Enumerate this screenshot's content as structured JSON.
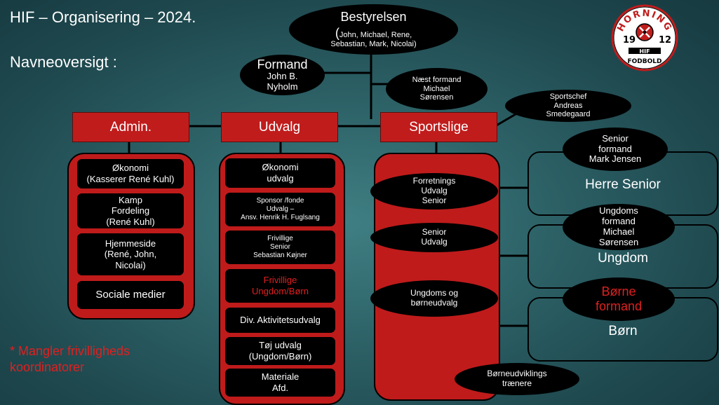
{
  "header": {
    "title": "HIF – Organisering – 2024.",
    "subtitle": "Navneoversigt :"
  },
  "board": {
    "title": "Bestyrelsen",
    "open_paren": "(",
    "members_line1": "John, Michael, Rene,",
    "members_line2": "Sebastian, Mark, Nicolai)"
  },
  "chair": {
    "role": "Formand",
    "name_line1": "John B.",
    "name_line2": "Nyholm"
  },
  "vice_chair": {
    "line1": "Næst formand",
    "line2": "Michael",
    "line3": "Sørensen"
  },
  "sports_chief": {
    "line1": "Sportschef",
    "line2": "Andreas",
    "line3": "Smedegaard"
  },
  "columns": {
    "admin": {
      "label": "Admin.",
      "items": [
        {
          "line1": "Økonomi",
          "line2": "(Kasserer René Kuhl)"
        },
        {
          "line1": "Kamp",
          "line2": "Fordeling",
          "line3": "(René Kuhl)"
        },
        {
          "line1": "Hjemmeside",
          "line2": "(René, John,",
          "line3": "Nicolai)"
        },
        {
          "line1": "Sociale medier"
        }
      ]
    },
    "udvalg": {
      "label": "Udvalg",
      "items": [
        {
          "line1": "Økonomi",
          "line2": "udvalg"
        },
        {
          "line1": "Sponsor /fonde",
          "line2": "Udvalg –",
          "line3": "Ansv. Henrik H. Fuglsang"
        },
        {
          "line1": "Frivillige",
          "line2": "Senior",
          "line3": "Sebastian Køjner"
        },
        {
          "line1": "Frivillige",
          "line2": "Ungdom/Børn"
        },
        {
          "line1": "Div. Aktivitetsudvalg"
        },
        {
          "line1": "Tøj udvalg",
          "line2": "(Ungdom/Børn)"
        },
        {
          "line1": "Materiale",
          "line2": "Afd."
        }
      ]
    },
    "sportslige": {
      "label": "Sportslige",
      "items": [
        {
          "line1": "Forretnings",
          "line2": "Udvalg",
          "line3": "Senior"
        },
        {
          "line1": "Senior",
          "line2": "Udvalg"
        },
        {
          "line1": "Ungdoms og",
          "line2": "børneudvalg"
        }
      ]
    }
  },
  "teams": {
    "senior": {
      "label": "Herre  Senior",
      "chair1": "Senior",
      "chair2": "formand",
      "chair3": "Mark Jensen"
    },
    "youth": {
      "label": "Ungdom",
      "chair1": "Ungdoms",
      "chair2": "formand",
      "chair3": "Michael",
      "chair4": "Sørensen"
    },
    "children": {
      "label": "Børn",
      "chair1": "Børne",
      "chair2": "formand"
    }
  },
  "coaches": {
    "line1": "Børneudviklings",
    "line2": "trænere"
  },
  "note": {
    "line1": "* Mangler frivilligheds",
    "line2": "koordinatorer"
  },
  "logo": {
    "top_text": "HORNING",
    "year_left": "19",
    "year_right": "12",
    "bottom_text": "FODBOLD",
    "bar_text": "HIF"
  },
  "colors": {
    "red": "#c01c1c",
    "black": "#000000",
    "note_red": "#e02020",
    "background": "#2e6469"
  }
}
